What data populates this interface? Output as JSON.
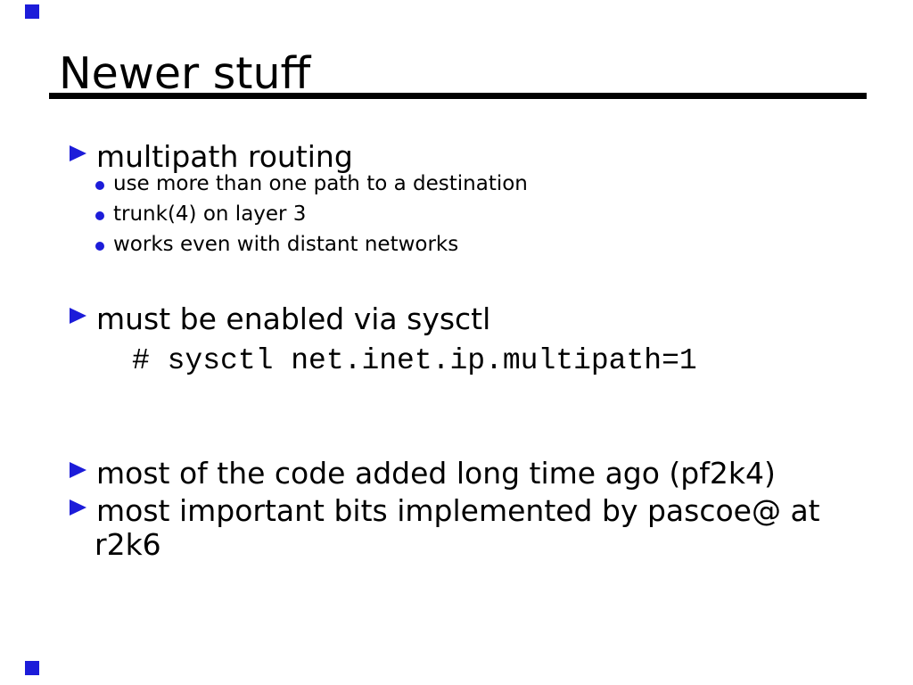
{
  "slide": {
    "title": "Newer stuff",
    "bullets": [
      {
        "label": "multipath routing",
        "sub_items": [
          "use more than one path to a destination",
          "trunk(4) on layer 3",
          "works even with distant networks"
        ]
      },
      {
        "label": "must be enabled via sysctl",
        "code": "# sysctl net.inet.ip.multipath=1"
      },
      {
        "label": "most of the code added long time ago (pf2k4)"
      },
      {
        "label": "most important bits implemented by pascoe@ at",
        "wrap_line": "r2k6"
      }
    ],
    "colors": {
      "bullet_accent": "#1c1cd9",
      "text": "#000000",
      "background": "#ffffff",
      "title_rule": "#000000"
    }
  }
}
